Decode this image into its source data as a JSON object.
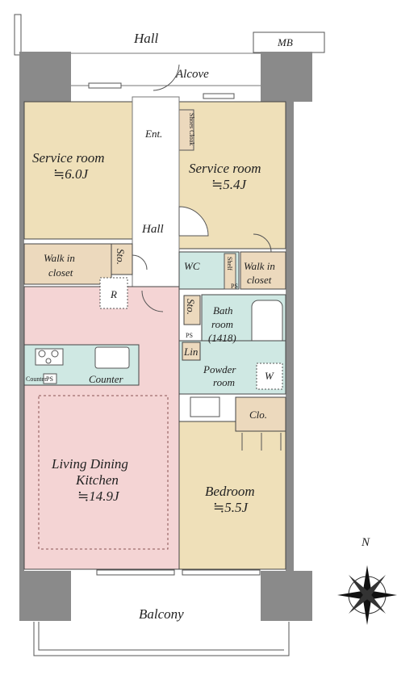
{
  "labels": {
    "hall_top": "Hall",
    "mb": "MB",
    "alcove": "Alcove",
    "entrance": "Ent.",
    "shoes_cloak": "Shoes Cloak",
    "service_room_1": "Service room",
    "service_room_1_size": "≒6.0J",
    "service_room_2": "Service room",
    "service_room_2_size": "≒5.4J",
    "hall_inner": "Hall",
    "walk_in_1a": "Walk in",
    "walk_in_1b": "closet",
    "sto_1": "Sto.",
    "wc": "WC",
    "shelf": "Shelf",
    "walk_in_2a": "Walk in",
    "walk_in_2b": "closet",
    "r": "R",
    "sto_2": "Sto.",
    "bath_a": "Bath",
    "bath_b": "room",
    "bath_c": "(1418)",
    "ps_1": "PS",
    "ps_2": "PS",
    "lin": "Lin",
    "powder_a": "Powder",
    "powder_b": "room",
    "w": "W",
    "counter_small": "Counter",
    "ps_3": "PS",
    "counter": "Counter",
    "clo": "Clo.",
    "ldk_a": "Living Dining",
    "ldk_b": "Kitchen",
    "ldk_size": "≒14.9J",
    "bedroom": "Bedroom",
    "bedroom_size": "≒5.5J",
    "balcony": "Balcony",
    "north": "N"
  },
  "colors": {
    "service_room": "#efe0b9",
    "closet": "#ecd9bd",
    "wet_area": "#cfe8e3",
    "ldk": "#f4d4d4",
    "wall": "#8a8a8a",
    "outline": "#444444"
  }
}
